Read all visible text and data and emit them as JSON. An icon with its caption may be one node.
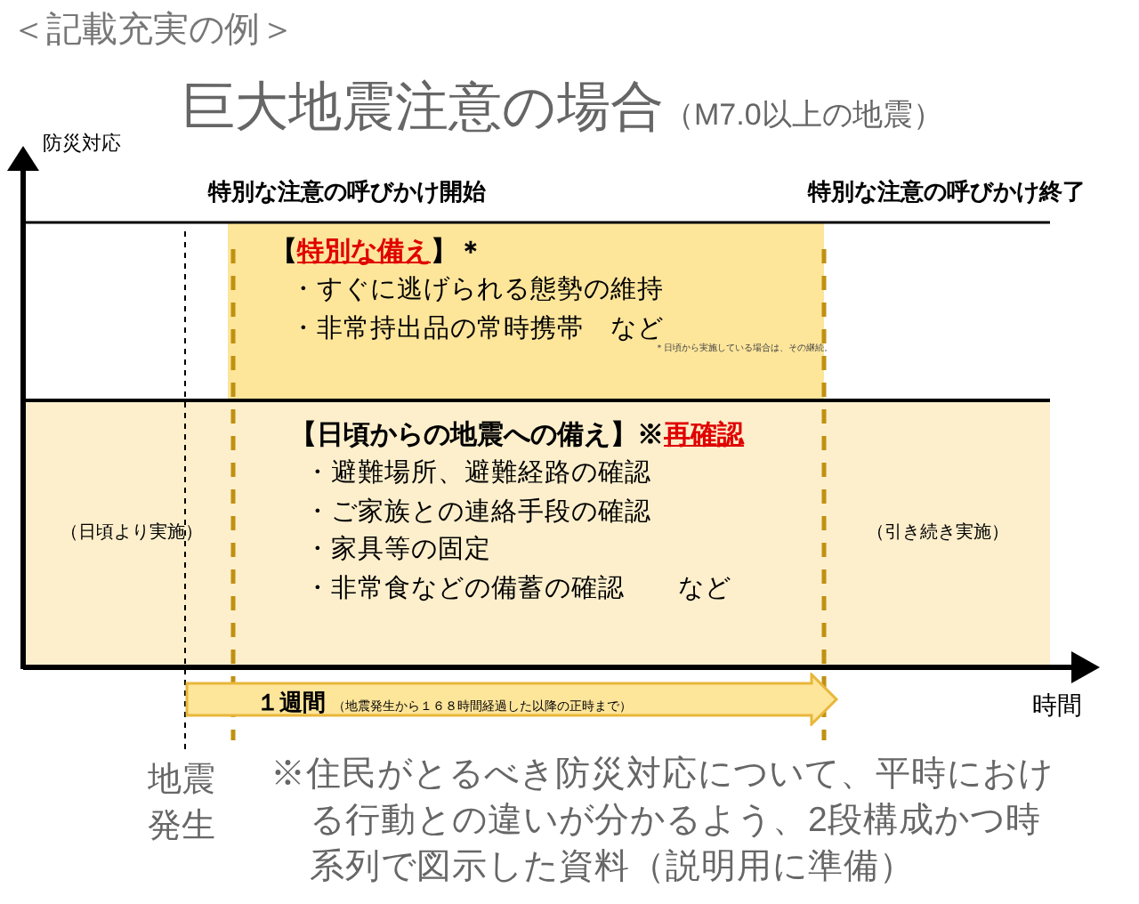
{
  "diagram": {
    "title": "巨大地震注意の場合",
    "caption": "※住民がとるべき防災対応について、平時における行動との違いが分かるよう、2段構成かつ時系列で図示した資料（説明用に準備）",
    "nodes": [
      {
        "text": [
          "【*特別な備え*】＊",
          "・すぐに逃げられる態勢の維持",
          "・非常持出品の常時携帯　など",
          "＊日頃から実施している場合は、その継続。"
        ]
      },
      {
        "text": [
          "【日頃からの地震への備え】※*再確認*",
          "・避難場所、避難経路の確認",
          "・ご家族との連絡手段の確認",
          "・家具等の固定",
          "・非常食などの備蓄の確認　　など"
        ]
      },
      {
        "text": [
          "１週間",
          "（地震発生から１６８時間経過した以降の正時まで）"
        ]
      }
    ],
    "edges": [],
    "labels": [
      "＜記載充実の例＞",
      "（M7.0以上の地震）",
      "防災対応",
      "特別な注意の呼びかけ開始",
      "特別な注意の呼びかけ終了",
      "（日頃より実施）",
      "（引き続き実施）",
      "時間",
      "地震発生"
    ]
  }
}
